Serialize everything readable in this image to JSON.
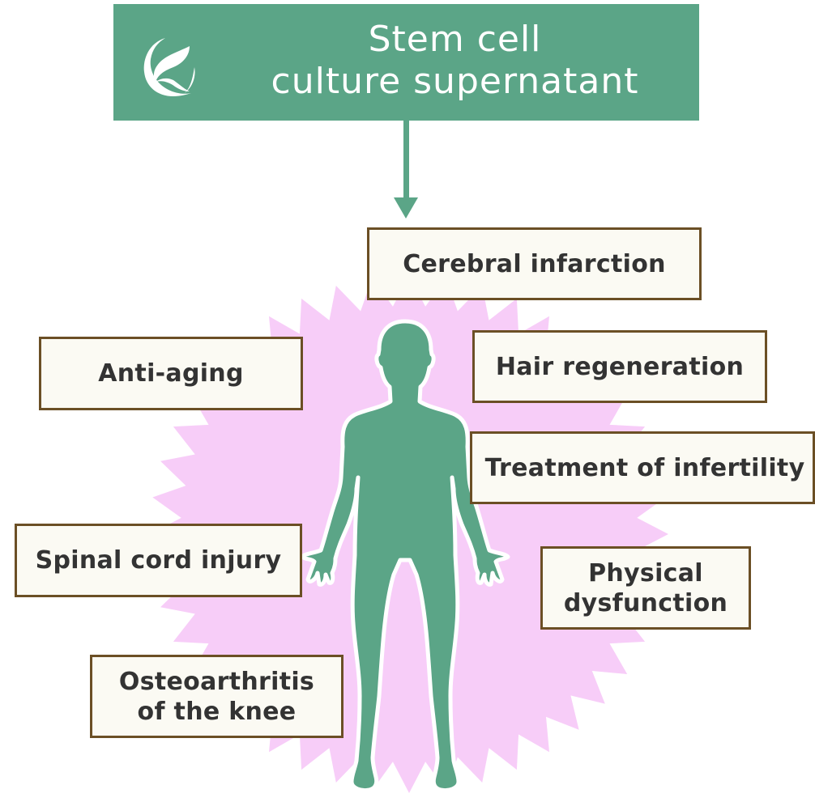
{
  "header": {
    "title_line1": "Stem cell",
    "title_line2": "culture supernatant",
    "logo_icon": "leaf-logo-icon"
  },
  "colors": {
    "primary_green": "#5ba587",
    "burst_pink": "#f7cdf8",
    "box_fill": "#fbfaf3",
    "box_border": "#6b4f25",
    "text_dark": "#333333"
  },
  "figure": {
    "icon": "human-body-silhouette-icon"
  },
  "labels": {
    "cerebral_infarction": "Cerebral infarction",
    "anti_aging": "Anti-aging",
    "hair_regeneration": "Hair regeneration",
    "treatment_of_infertility": "Treatment of infertility",
    "spinal_cord_injury": "Spinal cord injury",
    "physical_dysfunction_line1": "Physical",
    "physical_dysfunction_line2": "dysfunction",
    "osteoarthritis_line1": "Osteoarthritis",
    "osteoarthritis_line2": "of the knee"
  }
}
